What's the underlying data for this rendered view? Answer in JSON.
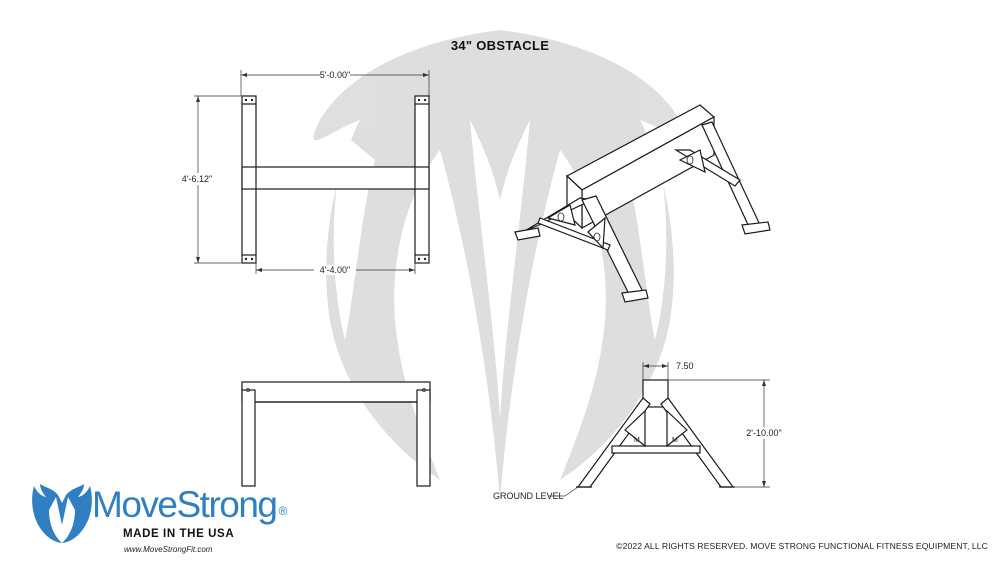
{
  "drawing": {
    "title": "34\" OBSTACLE",
    "dimensions": {
      "top_width": "5'-0.00\"",
      "top_depth": "4'-6.12\"",
      "inner_span": "4'-4.00\"",
      "beam_width": "7.50",
      "height": "2'-10.00\""
    },
    "callout": "GROUND LEVEL",
    "watermark_icon": "movestrong-m-logo-icon"
  },
  "brand": {
    "name_part1": "Move",
    "name_part2": "Strong",
    "registered": "®",
    "tagline": "MADE IN THE USA",
    "url": "www.MoveStrongFit.com",
    "color": "#2f7fc2"
  },
  "footer": {
    "copyright": "©2022 ALL RIGHTS RESERVED. MOVE STRONG FUNCTIONAL FITNESS EQUIPMENT, LLC"
  }
}
